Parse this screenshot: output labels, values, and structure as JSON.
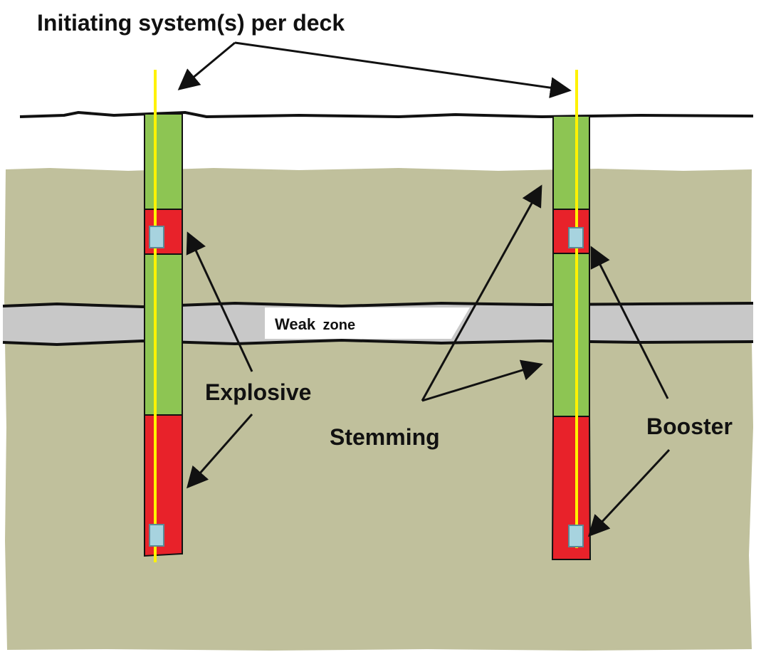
{
  "labels": {
    "initiating": "Initiating system(s) per deck",
    "weak_zone_word": "Weak",
    "weak_zone_rest": "zone",
    "explosive": "Explosive",
    "stemming": "Stemming",
    "booster": "Booster"
  },
  "colors": {
    "rock": "#c0c09c",
    "weak_zone": "#c8c8c8",
    "stemming": "#8dc553",
    "explosive": "#e8222a",
    "booster": "#a7d3df",
    "detonating_cord": "#fff200",
    "outline": "#111111",
    "background": "#ffffff"
  },
  "icons": {
    "blast_hole": "blast-hole-icon",
    "booster": "booster-icon",
    "detonating_cord": "detonating-cord-icon",
    "arrow": "arrow-icon"
  }
}
